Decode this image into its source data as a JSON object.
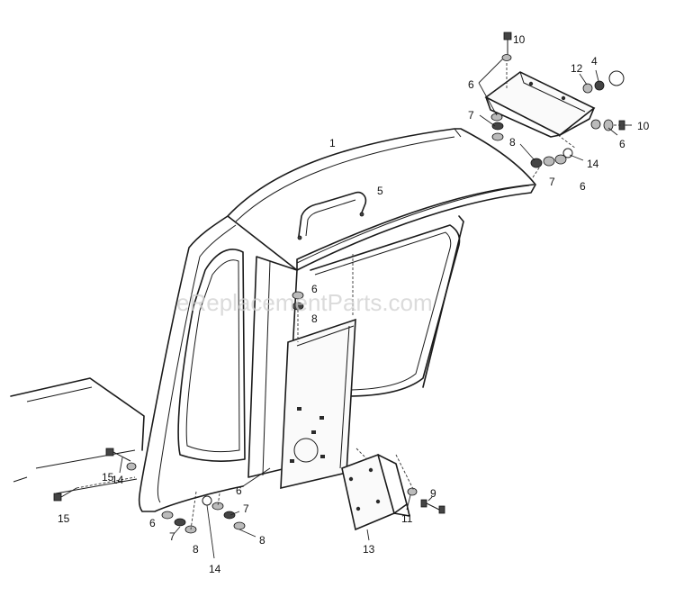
{
  "watermark": "eReplacementParts.com",
  "callouts": [
    {
      "id": "c1",
      "text": "1"
    },
    {
      "id": "c4",
      "text": "4"
    },
    {
      "id": "c5",
      "text": "5"
    },
    {
      "id": "c6",
      "text": "6"
    },
    {
      "id": "c7",
      "text": "7"
    },
    {
      "id": "c8",
      "text": "8"
    },
    {
      "id": "c9",
      "text": "9"
    },
    {
      "id": "c10",
      "text": "10"
    },
    {
      "id": "c11",
      "text": "11"
    },
    {
      "id": "c12",
      "text": "12"
    },
    {
      "id": "c13",
      "text": "13"
    },
    {
      "id": "c14",
      "text": "14"
    },
    {
      "id": "c15",
      "text": "15"
    }
  ]
}
